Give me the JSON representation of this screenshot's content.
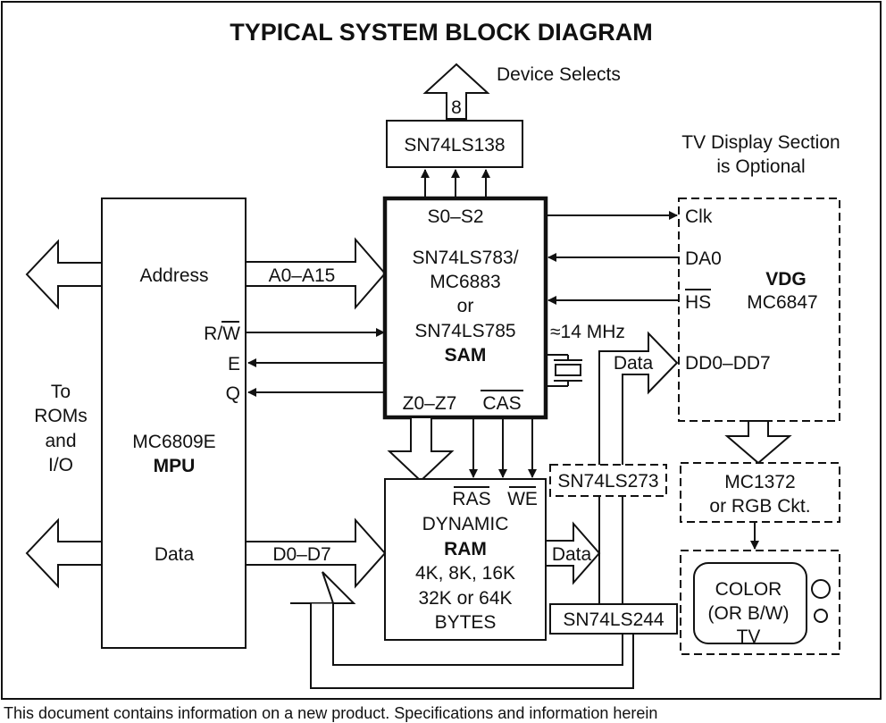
{
  "title": "TYPICAL SYSTEM BLOCK DIAGRAM",
  "device_selects": "Device Selects",
  "select_width": "8",
  "decoder": "SN74LS138",
  "tv_note": [
    "TV Display Section",
    "is Optional"
  ],
  "mpu": {
    "address": "Address",
    "rw": "R/W",
    "e": "E",
    "q": "Q",
    "part": "MC6809E",
    "name": "MPU",
    "data": "Data"
  },
  "external": [
    "To",
    "ROMs",
    "and",
    "I/O"
  ],
  "address_bus": "A0–A15",
  "data_bus": "D0–D7",
  "sam": {
    "s_pins": "S0–S2",
    "lines": [
      "SN74LS783/",
      "MC6883",
      "or",
      "SN74LS785"
    ],
    "name": "SAM",
    "z_pins": "Z0–Z7",
    "cas": "CAS"
  },
  "crystal": "≈14 MHz",
  "vdg": {
    "clk": "Clk",
    "da0": "DA0",
    "hs": "HS",
    "name": "VDG",
    "part": "MC6847",
    "dd": "DD0–DD7"
  },
  "ram": {
    "ras": "RAS",
    "we": "WE",
    "line1": "DYNAMIC",
    "name": "RAM",
    "sizes": [
      "4K, 8K, 16K",
      "32K or 64K",
      "BYTES"
    ]
  },
  "ram_data": "Data",
  "vdg_data": "Data",
  "latch": "SN74LS273",
  "buffer": "SN74LS244",
  "encoder": [
    "MC1372",
    "or RGB Ckt."
  ],
  "tv": [
    "COLOR",
    "(OR B/W)",
    "TV"
  ],
  "footer": "This document contains information on a new product. Specifications and information herein"
}
